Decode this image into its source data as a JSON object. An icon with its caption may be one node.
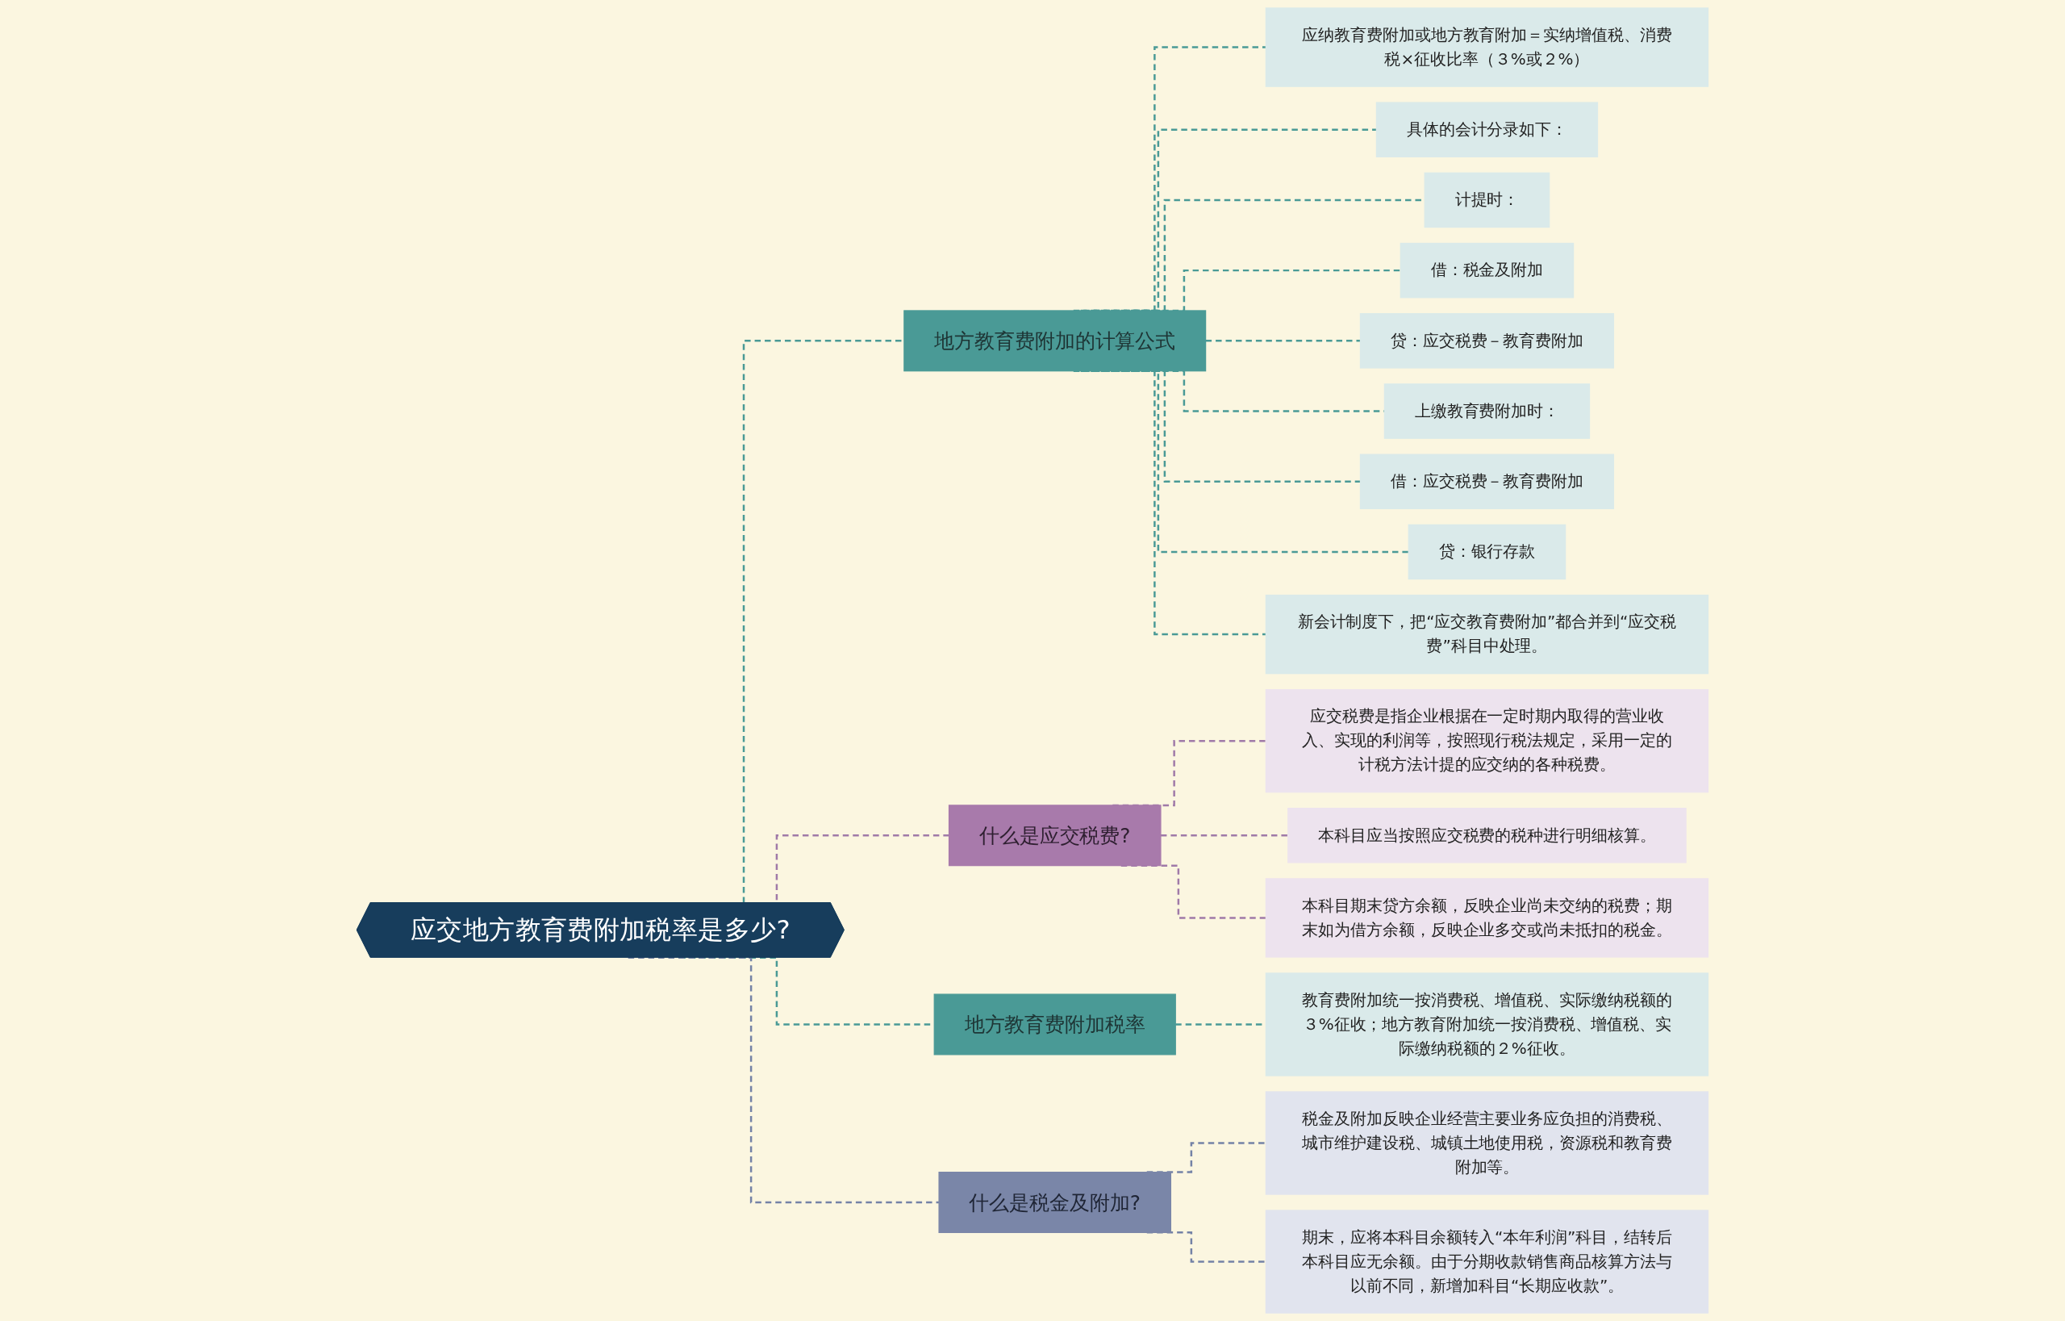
{
  "diagram": {
    "nodes": [
      {
        "text": [
          "应交地方教育费附加税率是多少?"
        ]
      },
      {
        "text": [
          "地方教育费附加的计算公式"
        ]
      },
      {
        "text": [
          "应纳教育费附加或地方教育附加＝实纳增值税、消费税×征收比率（３%或２%）"
        ]
      },
      {
        "text": [
          "具体的会计分录如下："
        ]
      },
      {
        "text": [
          "计提时："
        ]
      },
      {
        "text": [
          "借：税金及附加"
        ]
      },
      {
        "text": [
          "贷：应交税费－教育费附加"
        ]
      },
      {
        "text": [
          "上缴教育费附加时："
        ]
      },
      {
        "text": [
          "借：应交税费－教育费附加"
        ]
      },
      {
        "text": [
          "贷：银行存款"
        ]
      },
      {
        "text": [
          "新会计制度下，把“应交教育费附加”都合并到“应交税费”科目中处理。"
        ]
      },
      {
        "text": [
          "什么是应交税费?"
        ]
      },
      {
        "text": [
          "应交税费是指企业根据在一定时期内取得的营业收入、实现的利润等，按照现行税法规定，采用一定的计税方法计提的应交纳的各种税费。"
        ]
      },
      {
        "text": [
          "本科目应当按照应交税费的税种进行明细核算。"
        ]
      },
      {
        "text": [
          "本科目期末贷方余额，反映企业尚未交纳的税费；期末如为借方余额，反映企业多交或尚未抵扣的税金。"
        ]
      },
      {
        "text": [
          "地方教育费附加税率"
        ]
      },
      {
        "text": [
          "教育费附加统一按消费税、增值税、实际缴纳税额的３%征收；地方教育附加统一按消费税、增值税、实际缴纳税额的２%征收。"
        ]
      },
      {
        "text": [
          "什么是税金及附加?"
        ]
      },
      {
        "text": [
          "税金及附加反映企业经营主要业务应负担的消费税、城市维护建设税、城镇土地使用税，资源税和教育费附加等。"
        ]
      },
      {
        "text": [
          "期末，应将本科目余额转入“本年利润”科目，结转后本科目应无余额。由于分期收款销售商品核算方法与以前不同，新增加科目“长期应收款”。"
        ]
      }
    ],
    "edges": [
      {
        "from": 0,
        "to": 1,
        "arrow": "none",
        "style": "dashed"
      },
      {
        "from": 1,
        "to": 2,
        "arrow": "none",
        "style": "dashed"
      },
      {
        "from": 1,
        "to": 3,
        "arrow": "none",
        "style": "dashed"
      },
      {
        "from": 1,
        "to": 4,
        "arrow": "none",
        "style": "dashed"
      },
      {
        "from": 1,
        "to": 5,
        "arrow": "none",
        "style": "dashed"
      },
      {
        "from": 1,
        "to": 6,
        "arrow": "none",
        "style": "dashed"
      },
      {
        "from": 1,
        "to": 7,
        "arrow": "none",
        "style": "dashed"
      },
      {
        "from": 1,
        "to": 8,
        "arrow": "none",
        "style": "dashed"
      },
      {
        "from": 1,
        "to": 9,
        "arrow": "none",
        "style": "dashed"
      },
      {
        "from": 1,
        "to": 10,
        "arrow": "none",
        "style": "dashed"
      },
      {
        "from": 0,
        "to": 11,
        "arrow": "none",
        "style": "dashed",
        "color": "#a07aa8"
      },
      {
        "from": 11,
        "to": 12,
        "arrow": "none",
        "style": "dashed",
        "color": "#a07aa8"
      },
      {
        "from": 11,
        "to": 13,
        "arrow": "none",
        "style": "dashed",
        "color": "#a07aa8"
      },
      {
        "from": 11,
        "to": 14,
        "arrow": "none",
        "style": "dashed",
        "color": "#a07aa8"
      },
      {
        "from": 0,
        "to": 15,
        "arrow": "none",
        "style": "dashed"
      },
      {
        "from": 15,
        "to": 16,
        "arrow": "none",
        "style": "dashed"
      },
      {
        "from": 0,
        "to": 17,
        "arrow": "none",
        "style": "dashed",
        "color": "#7482a6"
      },
      {
        "from": 17,
        "to": 18,
        "arrow": "none",
        "style": "dashed",
        "color": "#7482a6"
      },
      {
        "from": 17,
        "to": 19,
        "arrow": "none",
        "style": "dashed",
        "color": "#7482a6"
      }
    ]
  }
}
